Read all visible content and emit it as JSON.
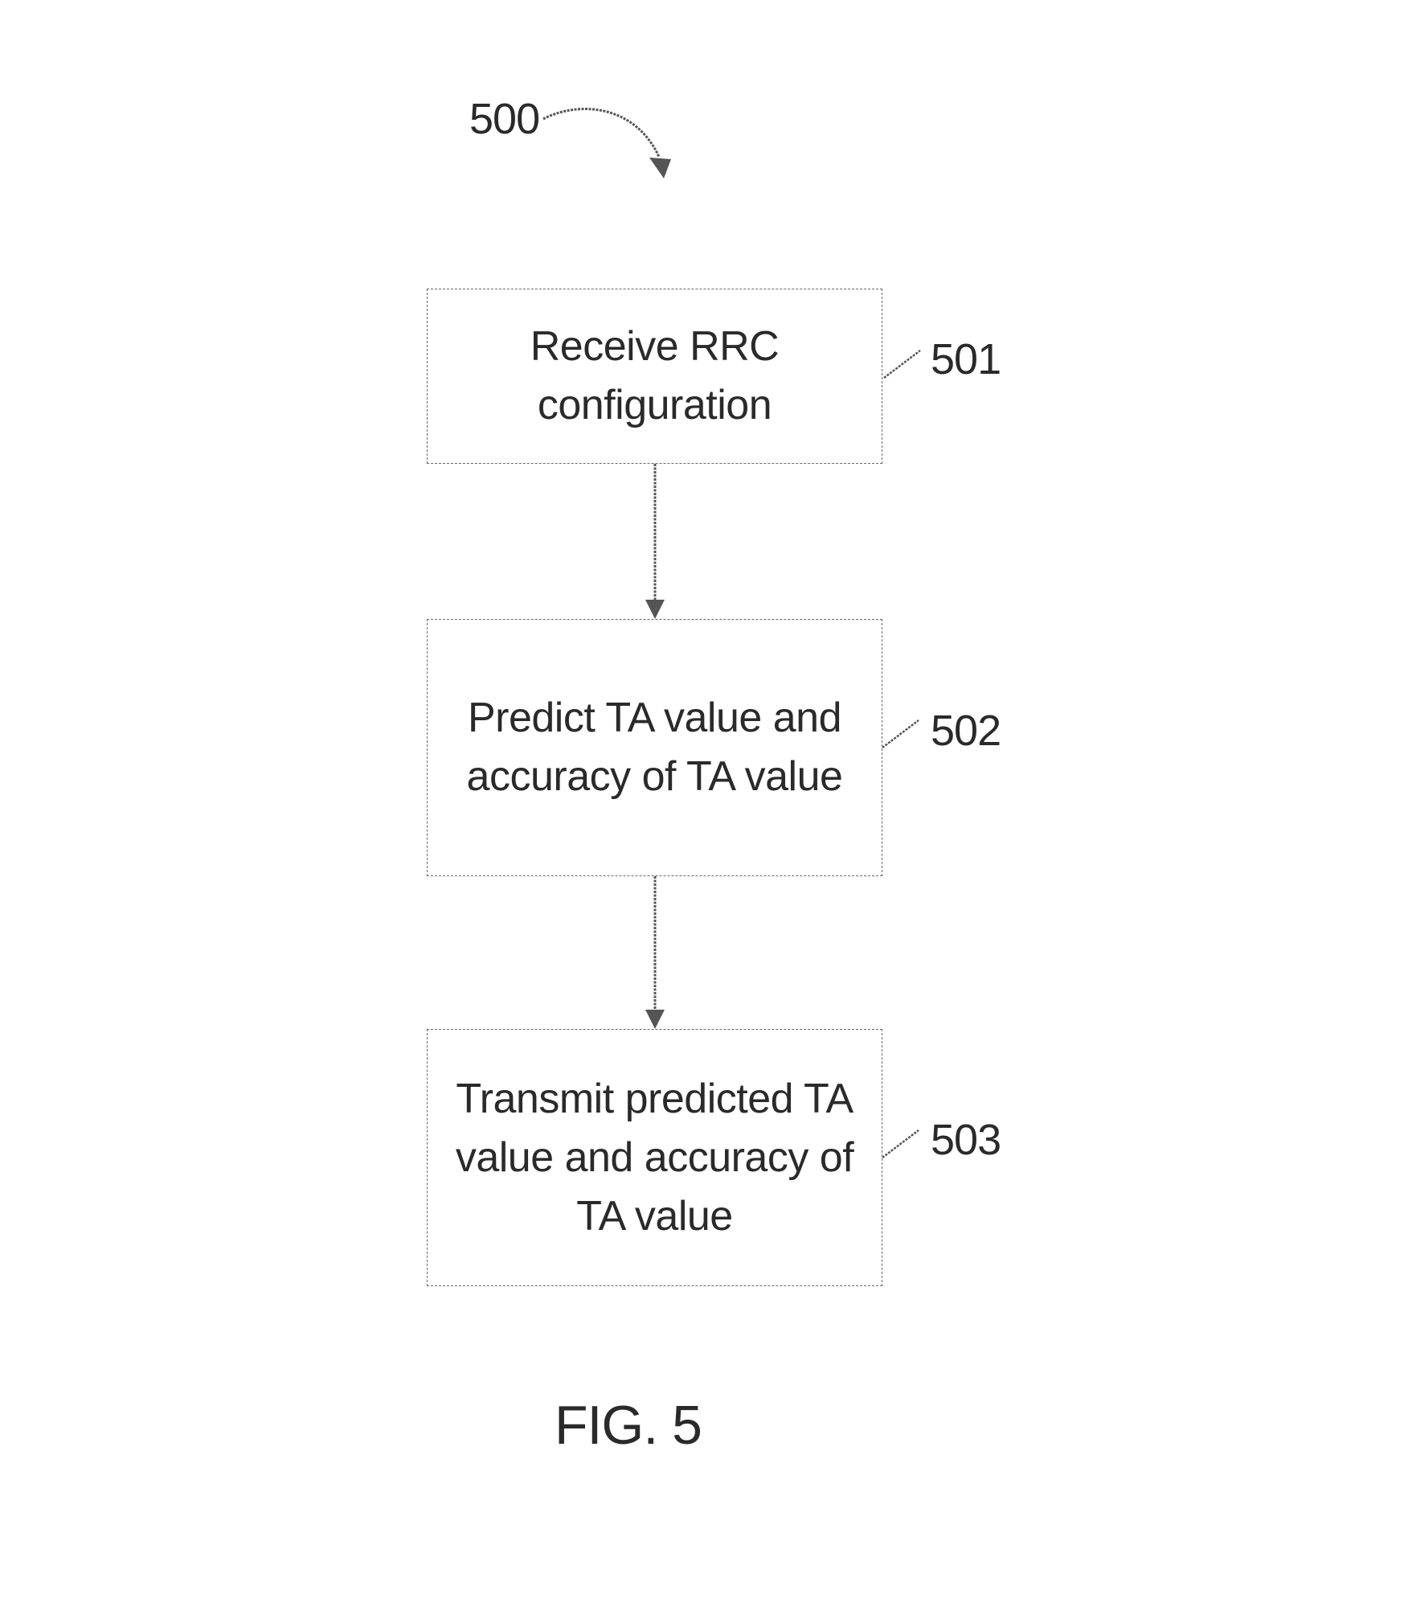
{
  "figure": {
    "label": "FIG. 5",
    "reference": "500"
  },
  "steps": [
    {
      "id": "501",
      "text": "Receive RRC\nconfiguration"
    },
    {
      "id": "502",
      "text": "Predict TA value and\naccuracy of TA value"
    },
    {
      "id": "503",
      "text": "Transmit predicted TA\nvalue and accuracy of\nTA value"
    }
  ],
  "colors": {
    "line": "#555555",
    "box_border": "#6a6a6a",
    "text": "#2a2a2a"
  }
}
